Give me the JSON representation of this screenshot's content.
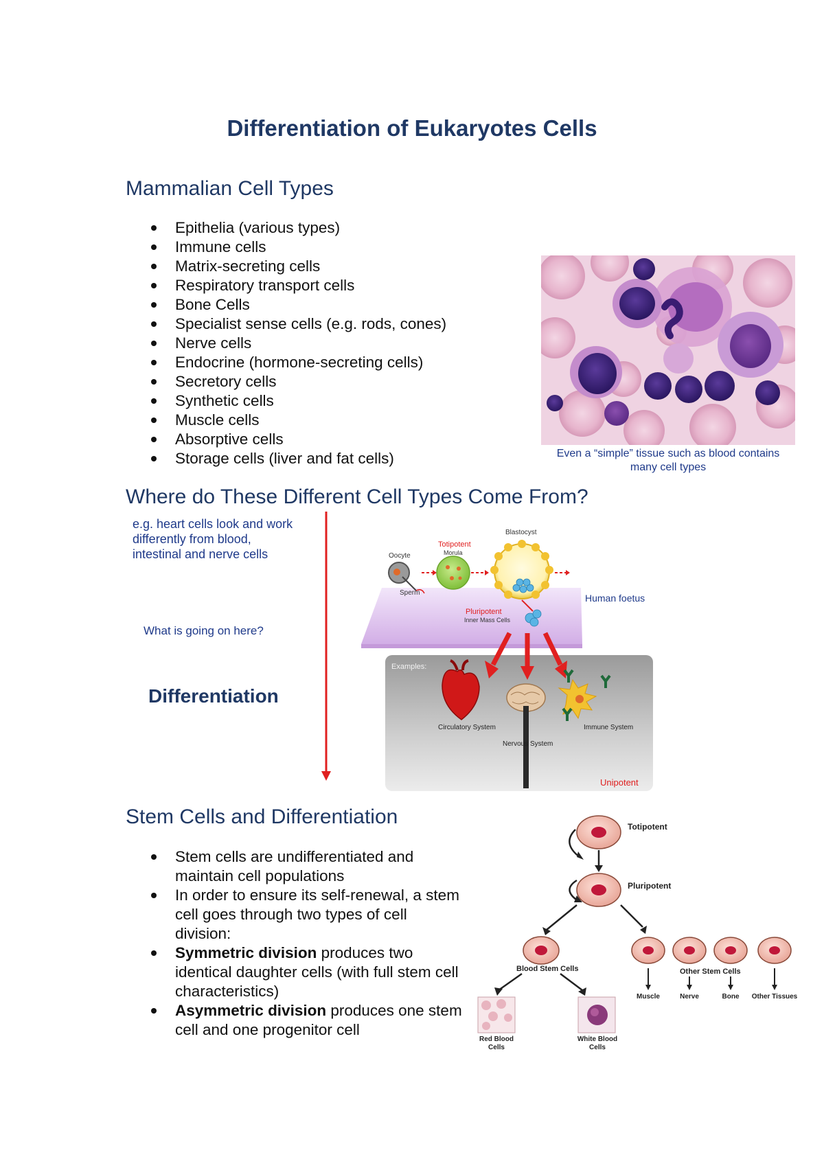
{
  "title": "Differentiation of Eukaryotes Cells",
  "section1": {
    "heading": "Mammalian Cell Types",
    "items": [
      "Epithelia (various types)",
      "Immune cells",
      "Matrix-secreting cells",
      "Respiratory transport cells",
      "Bone Cells",
      "Specialist sense cells (e.g. rods, cones)",
      "Nerve cells",
      "Endocrine (hormone-secreting cells)",
      "Secretory cells",
      "Synthetic cells",
      "Muscle cells",
      "Absorptive cells",
      "Storage cells (liver and fat cells)"
    ],
    "caption_line1": "Even a “simple” tissue such as blood contains",
    "caption_line2": "many cell types"
  },
  "section2": {
    "heading": "Where do These Different Cell Types Come From?",
    "note_line1": "e.g. heart cells look and work",
    "note_line2": "differently from blood,",
    "note_line3": "intestinal and nerve cells",
    "question": "What is going on here?",
    "differentiation_label": "Differentiation",
    "diagram": {
      "blastocyst": "Blastocyst",
      "totipotent": "Totipotent",
      "morula": "Morula",
      "oocyte": "Oocyte",
      "sperm": "Sperm",
      "human_foetus": "Human foetus",
      "pluripotent": "Pluripotent",
      "inner_mass": "Inner Mass Cells",
      "examples": "Examples:",
      "circulatory": "Circulatory System",
      "nervous": "Nervous System",
      "immune": "Immune System",
      "unipotent": "Unipotent",
      "colors": {
        "red": "#e02020",
        "panel": "#c8c8c8",
        "plate": "#d9b8ea"
      }
    }
  },
  "section3": {
    "heading": "Stem Cells and Differentiation",
    "items": [
      {
        "bold": "",
        "text": "Stem cells are undifferentiated and maintain cell populations"
      },
      {
        "bold": "",
        "text": "In order to ensure its self-renewal, a stem cell goes through two types of cell division:"
      },
      {
        "bold": "Symmetric division",
        "text": " produces two identical daughter cells (with full stem cell characteristics)"
      },
      {
        "bold": "Asymmetric division",
        "text": " produces one stem cell and one progenitor cell"
      }
    ],
    "diagram": {
      "totipotent": "Totipotent",
      "pluripotent": "Pluripotent",
      "blood_stem": "Blood Stem Cells",
      "other_stem": "Other Stem Cells",
      "muscle": "Muscle",
      "nerve": "Nerve",
      "bone": "Bone",
      "other_tissues": "Other Tissues",
      "red_blood_1": "Red Blood",
      "red_blood_2": "Cells",
      "white_blood_1": "White Blood",
      "white_blood_2": "Cells"
    }
  }
}
